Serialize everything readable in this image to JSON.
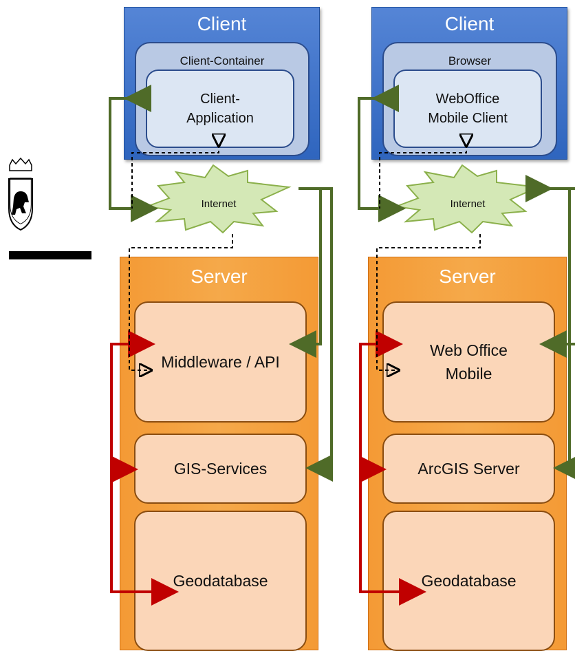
{
  "colors": {
    "client_blue": "#2f65be",
    "server_orange": "#f49a35",
    "service_fill": "#fbd6b8",
    "internet_fill": "#d4e8b6",
    "link_green": "#4f6b28",
    "link_red": "#c00000",
    "dashed": "#000000"
  },
  "logo": {
    "name": "bern-coat-of-arms"
  },
  "columns": [
    {
      "client": {
        "title": "Client",
        "container_label": "Client-Container",
        "app_line1": "Client-",
        "app_line2": "Application"
      },
      "internet_label": "Internet",
      "server": {
        "title": "Server",
        "svc1_line1": "Middleware / API",
        "svc1_line2": "",
        "svc2": "GIS-Services",
        "svc3": "Geodatabase"
      }
    },
    {
      "client": {
        "title": "Client",
        "container_label": "Browser",
        "app_line1": "WebOffice",
        "app_line2": "Mobile Client"
      },
      "internet_label": "Internet",
      "server": {
        "title": "Server",
        "svc1_line1": "Web Office",
        "svc1_line2": "Mobile",
        "svc2": "ArcGIS Server",
        "svc3": "Geodatabase"
      }
    }
  ]
}
